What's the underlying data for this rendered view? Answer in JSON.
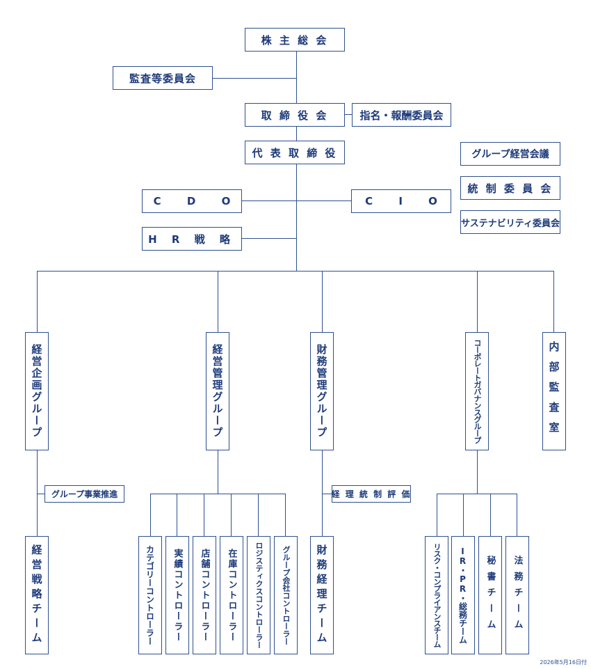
{
  "top": {
    "shareholders": "株 主 総 会",
    "audit_committee": "監査等委員会",
    "board": "取 締 役 会",
    "nomination": "指名・報酬委員会",
    "president": "代 表 取 締 役",
    "group_mgmt": "グループ経営会議",
    "governance": "統 制 委 員 会",
    "sustainability": "サステナビリティ委員会",
    "cdo": "C D O",
    "cio": "C I O",
    "hr": "H R 戦 略"
  },
  "groups": {
    "planning": "経営企画グループ",
    "management": "経営管理グループ",
    "finance": "財務管理グループ",
    "corporate": "コーポレートガバナンスグループ",
    "internal_audit": "内部監査室"
  },
  "sub": {
    "group_business": "グループ事業推進",
    "accounting_eval": "経 理 統 制 評 価"
  },
  "teams": {
    "strategy": "経営戦略チーム",
    "category": "カテゴリーコントローラー",
    "results": "実績コントローラー",
    "store": "店舗コントローラー",
    "inventory": "在庫コントローラー",
    "logistics": "ロジスティクスコントローラー",
    "group_company": "グループ会社コントローラー",
    "finance_team": "財務経理チーム",
    "risk": "リスク・コンプライアンスチーム",
    "irpr": "IR・PR・総務チーム",
    "secretary": "秘書チーム",
    "legal": "法務チーム"
  },
  "footer": {
    "date": "2026年5月16日付"
  },
  "colors": {
    "line": "#2d4f8f",
    "text": "#1d3a7a"
  }
}
